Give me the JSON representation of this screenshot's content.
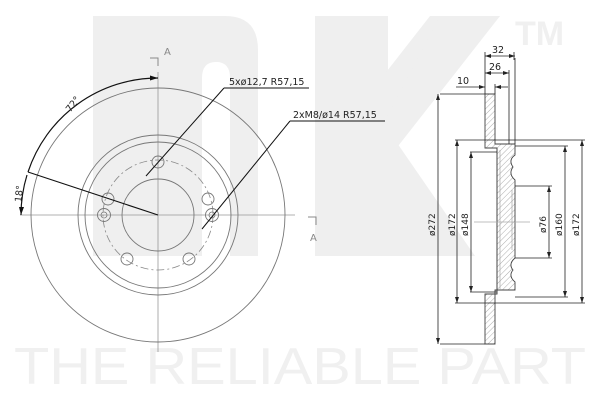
{
  "brand": {
    "logo_text": "NK",
    "trademark": "TM",
    "tagline": "THE RELIABLE PART",
    "watermark_color": "#efefef"
  },
  "front_view": {
    "section_marker": "A",
    "section_marker_bottom": "A",
    "angle_major": "72°",
    "angle_minor": "18°",
    "callout_bolt_holes": "5xø12,7  R57,15",
    "callout_threaded_holes": "2xM8/ø14  R57,15"
  },
  "section_view": {
    "dimensions": {
      "overall_width": "32",
      "hat_depth": "26",
      "disc_thickness": "10",
      "outer_diameter": "ø272",
      "hat_outer_diameter_left": "ø172",
      "hat_inner_diameter": "ø148",
      "center_bore": "ø76",
      "bolt_circle_area": "ø160",
      "hat_outer_diameter_right": "ø172"
    }
  },
  "colors": {
    "line": "#222222",
    "thin_line": "#777777",
    "hatch": "#888888",
    "watermark": "#efefef"
  }
}
